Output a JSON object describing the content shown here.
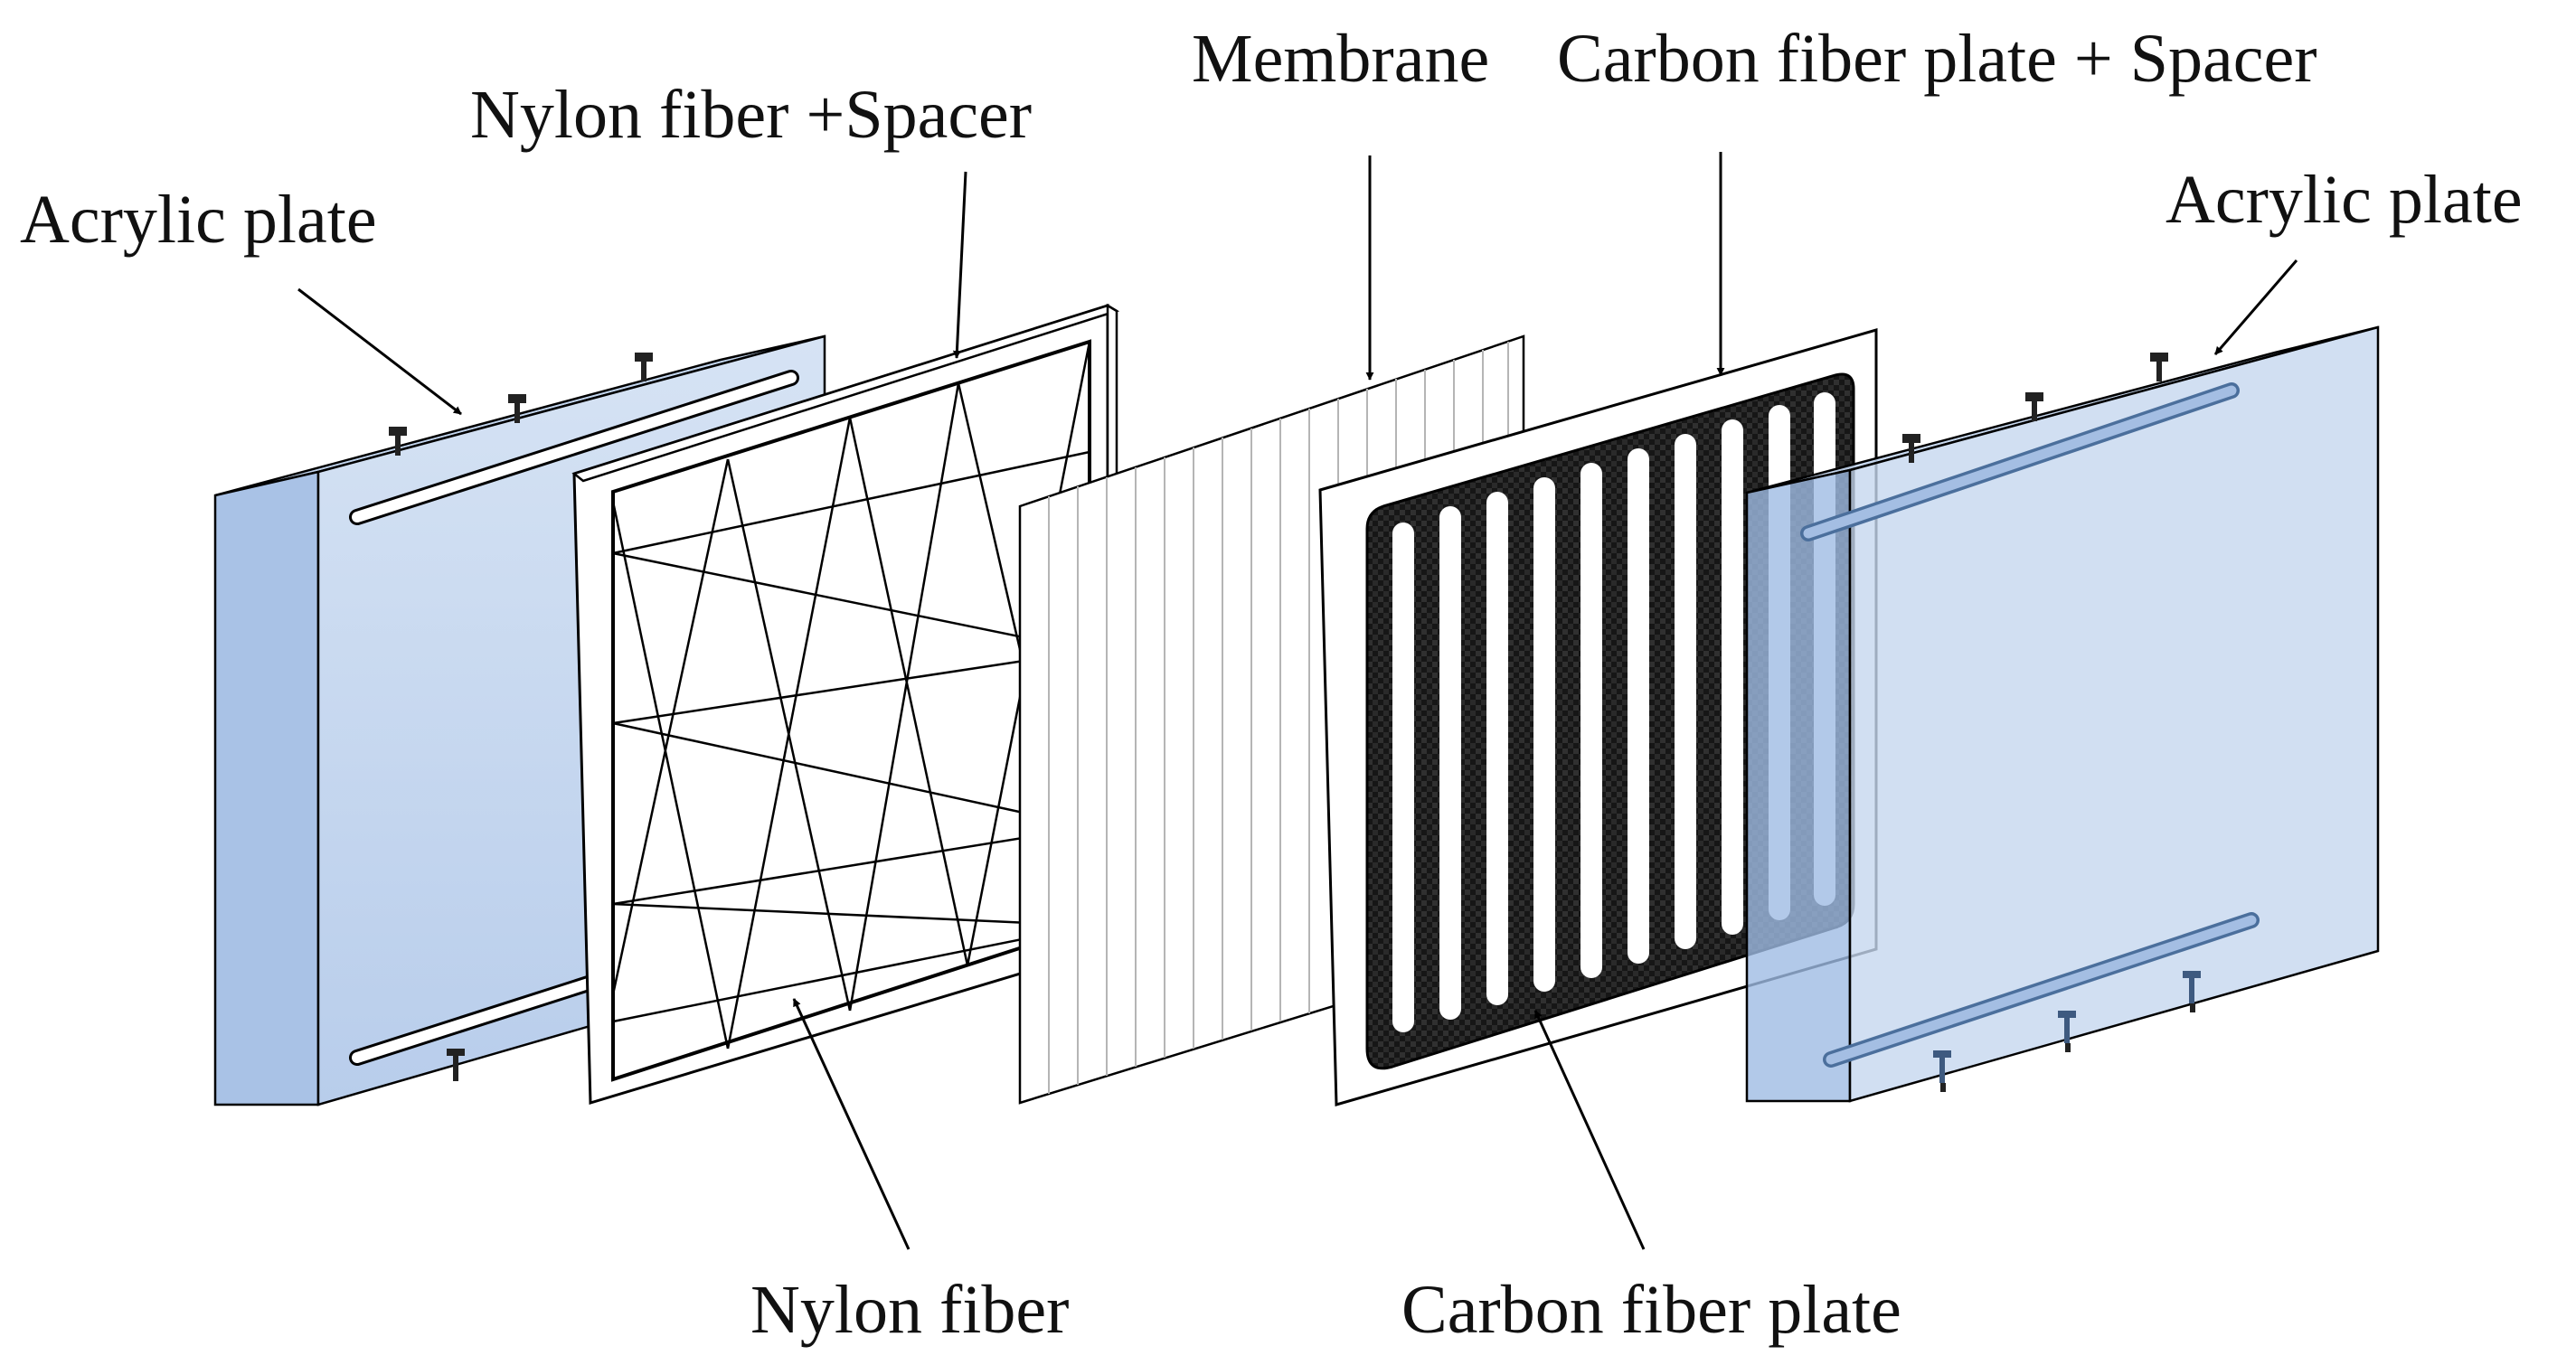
{
  "labels": {
    "acrylic_left": "Acrylic plate",
    "nylon_spacer": "Nylon fiber +Spacer",
    "membrane": "Membrane",
    "carbon_spacer": "Carbon fiber plate + Spacer",
    "acrylic_right": "Acrylic plate",
    "nylon_fiber": "Nylon fiber",
    "carbon_plate": "Carbon fiber plate"
  },
  "colors": {
    "acrylic_fill": "#c7d8ef",
    "acrylic_side": "#b2c9e8",
    "carbon_fill": "#151515",
    "line": "#000000",
    "label_text": "#111111"
  }
}
